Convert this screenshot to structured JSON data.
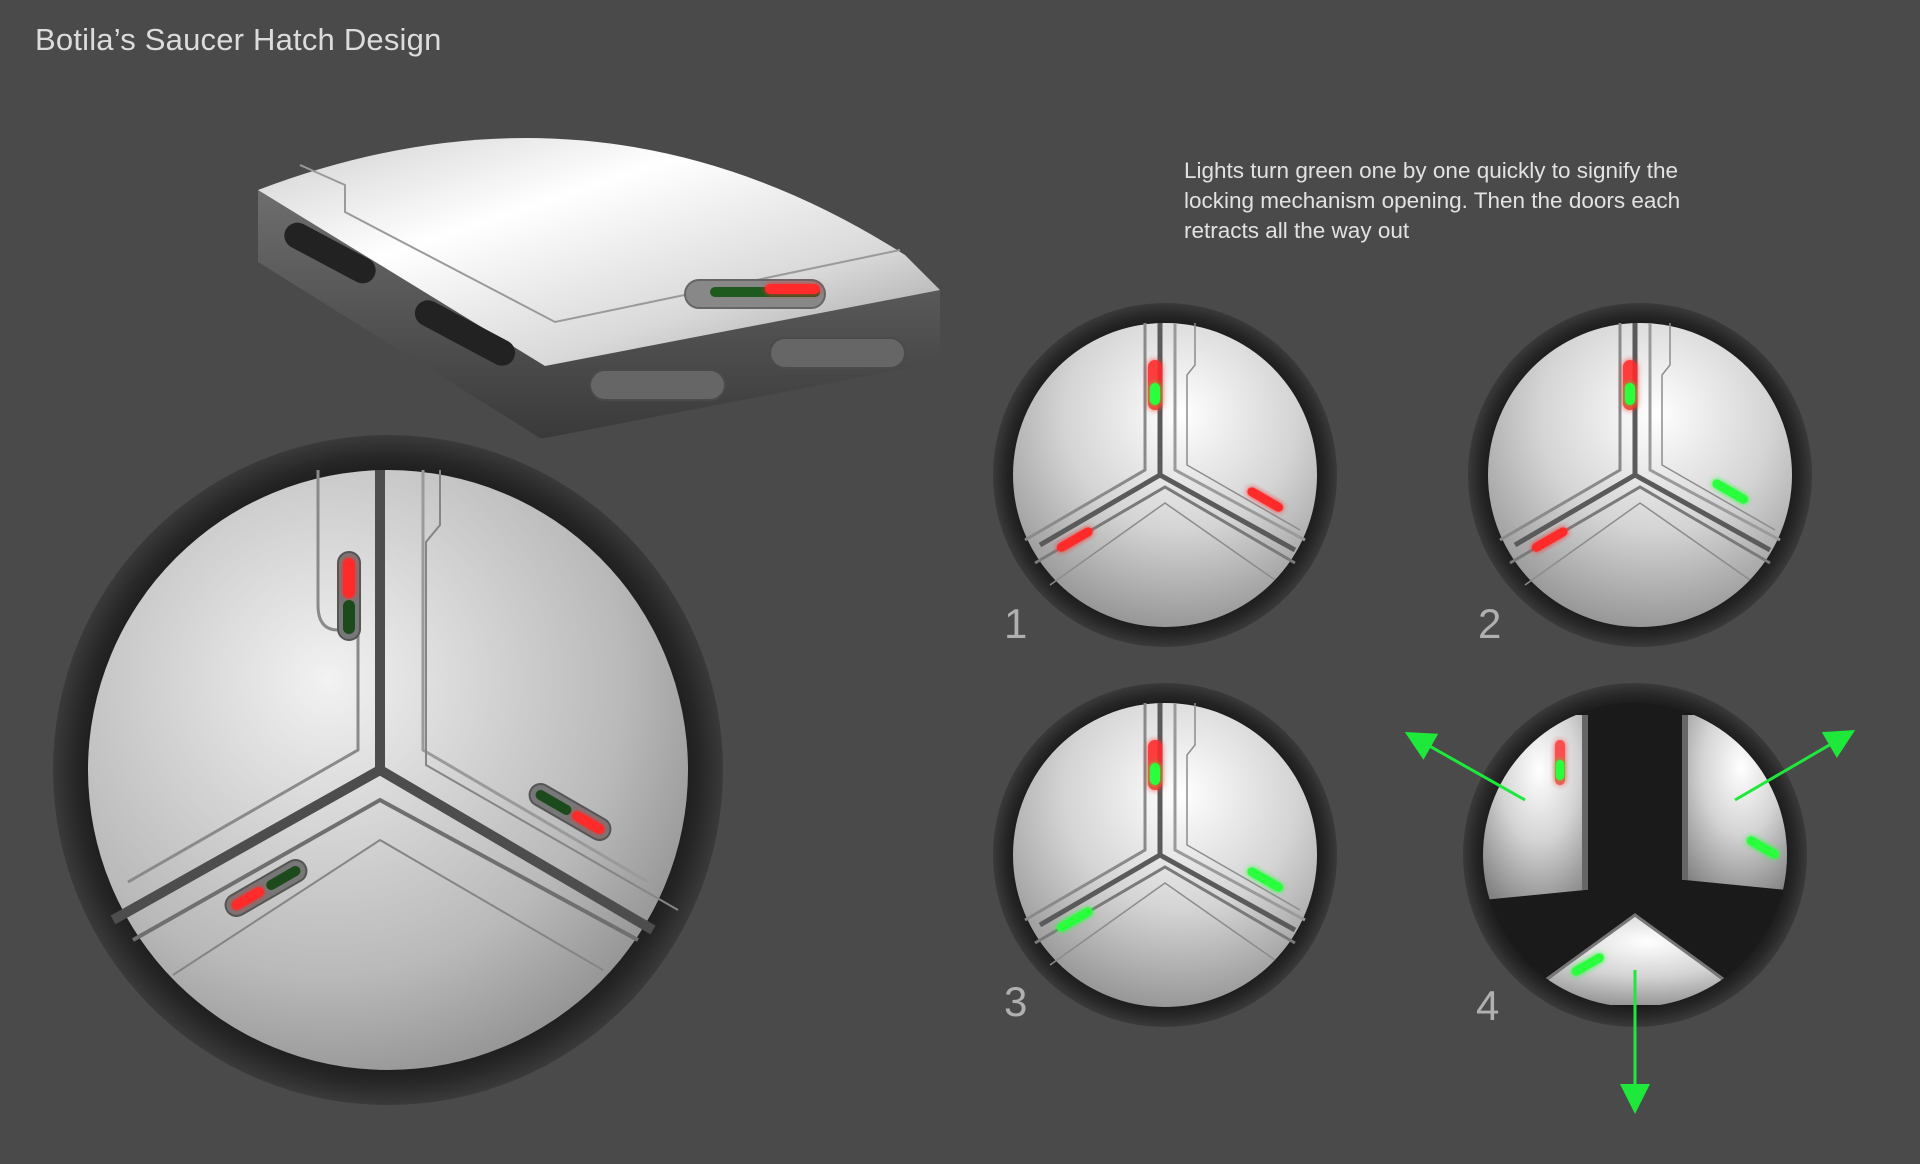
{
  "title": "Botila’s Saucer Hatch Design",
  "description": "Lights turn green one by one quickly to signify the locking mechanism opening. Then the doors each retracts all the way out",
  "steps": [
    {
      "label": "1",
      "lights": [
        "top-green",
        "right-red",
        "left-red"
      ]
    },
    {
      "label": "2",
      "lights": [
        "top-green",
        "right-green",
        "left-red"
      ]
    },
    {
      "label": "3",
      "lights": [
        "top-green",
        "right-green",
        "left-green"
      ]
    },
    {
      "label": "4",
      "state": "doors-retracting"
    }
  ],
  "colors": {
    "background": "#4a4a4a",
    "metal": "#d8d8d8",
    "rim": "#222222",
    "light_red": "#ff2a2a",
    "light_green": "#2cff3c",
    "arrow": "#1ee83a"
  },
  "icons": [
    "hatch-perspective-illustration",
    "hatch-large-view",
    "arrow-icon"
  ]
}
